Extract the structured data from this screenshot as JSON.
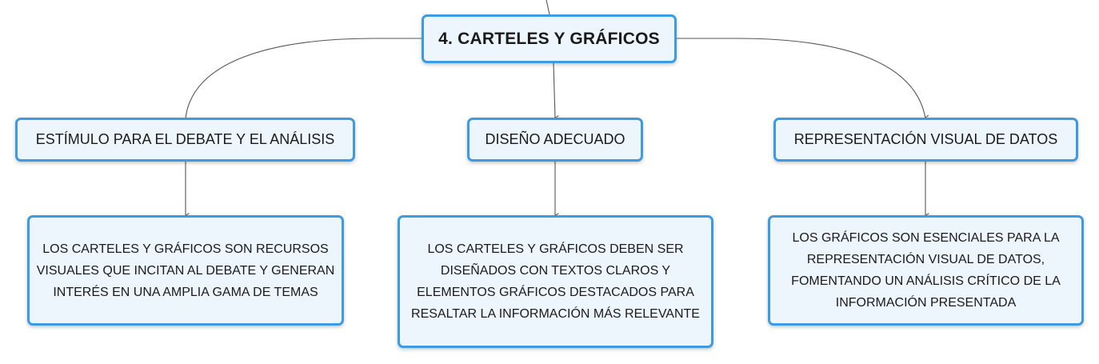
{
  "map": {
    "root": {
      "label": "4. CARTELES Y GRÁFICOS"
    },
    "branches": [
      {
        "topic": "ESTÍMULO PARA EL DEBATE Y EL ANÁLISIS",
        "detail": "LOS CARTELES Y GRÁFICOS SON RECURSOS VISUALES QUE INCITAN AL DEBATE Y GENERAN INTERÉS EN UNA AMPLIA GAMA DE TEMAS"
      },
      {
        "topic": "DISEÑO ADECUADO",
        "detail": "LOS CARTELES Y GRÁFICOS DEBEN SER DISEÑADOS CON TEXTOS CLAROS Y ELEMENTOS GRÁFICOS DESTACADOS PARA RESALTAR LA INFORMACIÓN MÁS RELEVANTE"
      },
      {
        "topic": "REPRESENTACIÓN VISUAL DE DATOS",
        "detail": "LOS GRÁFICOS SON ESENCIALES PARA LA REPRESENTACIÓN VISUAL DE DATOS, FOMENTANDO UN ANÁLISIS CRÍTICO DE LA INFORMACIÓN PRESENTADA"
      }
    ],
    "colors": {
      "node_border": "#3d9be3",
      "node_fill": "#eef6fd",
      "connector": "#555555"
    }
  }
}
